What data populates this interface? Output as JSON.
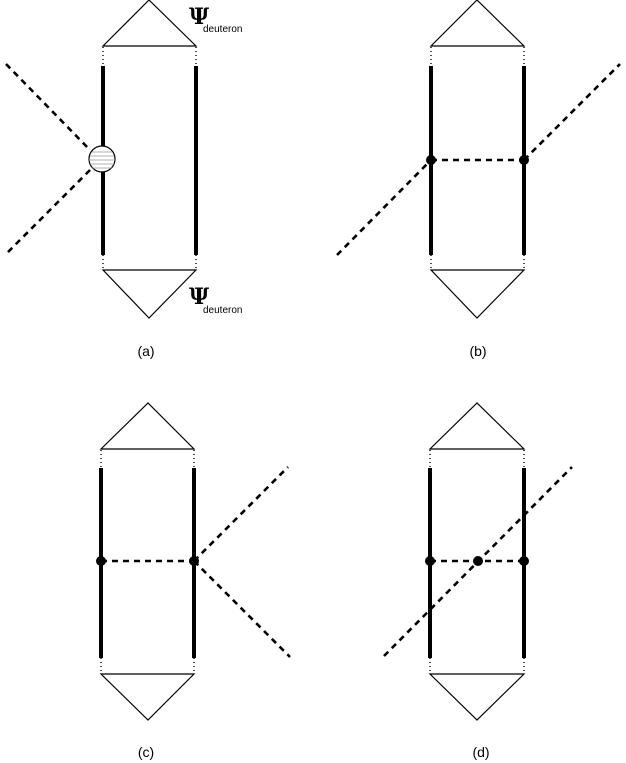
{
  "labels": {
    "psi_symbol": "Ψ",
    "psi_subscript": "deuteron"
  },
  "captions": [
    "(a)",
    "(b)",
    "(c)",
    "(d)"
  ]
}
